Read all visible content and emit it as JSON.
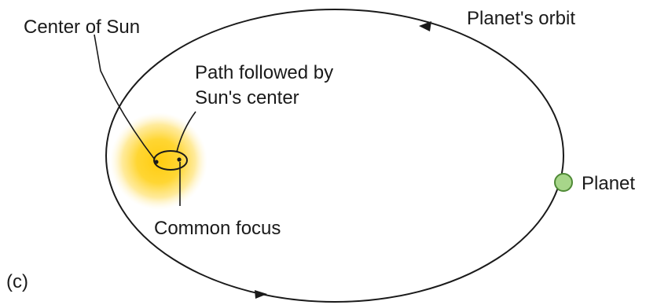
{
  "labels": {
    "center_of_sun": "Center of Sun",
    "planets_orbit": "Planet's orbit",
    "path_line1": "Path followed by",
    "path_line2": "Sun's center",
    "planet": "Planet",
    "common_focus": "Common focus",
    "panel": "(c)"
  },
  "colors": {
    "sun_core": "#ffd21a",
    "sun_glow": "#ffe680",
    "planet_fill": "#a7d68a",
    "planet_stroke": "#4f8a36",
    "line": "#1a1a1a"
  }
}
